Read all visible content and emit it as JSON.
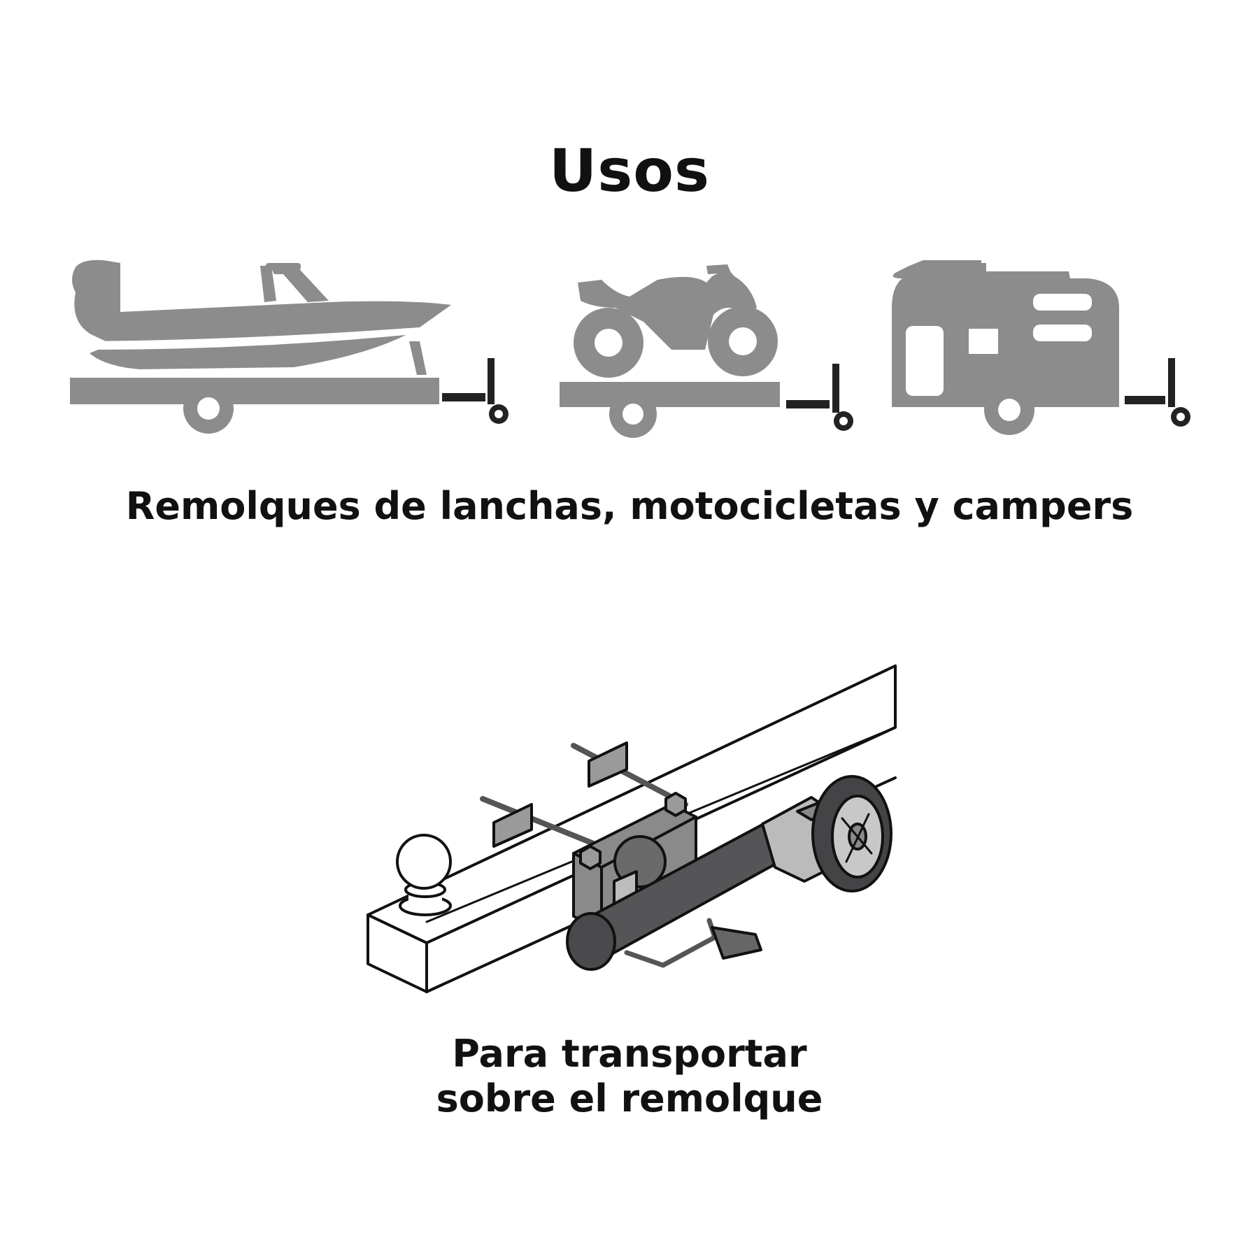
{
  "title": "Usos",
  "uses_caption": "Remolques de lanchas, motocicletas y campers",
  "mount_caption": [
    "Para transportar",
    "sobre el remolque"
  ],
  "colors": {
    "icon_gray": "#8c8c8c",
    "jack_dark": "#555558",
    "text": "#111111"
  },
  "icons": [
    "boat-trailer-icon",
    "motorcycle-trailer-icon",
    "camper-trailer-icon",
    "jack-on-trailer-tongue-illustration"
  ]
}
